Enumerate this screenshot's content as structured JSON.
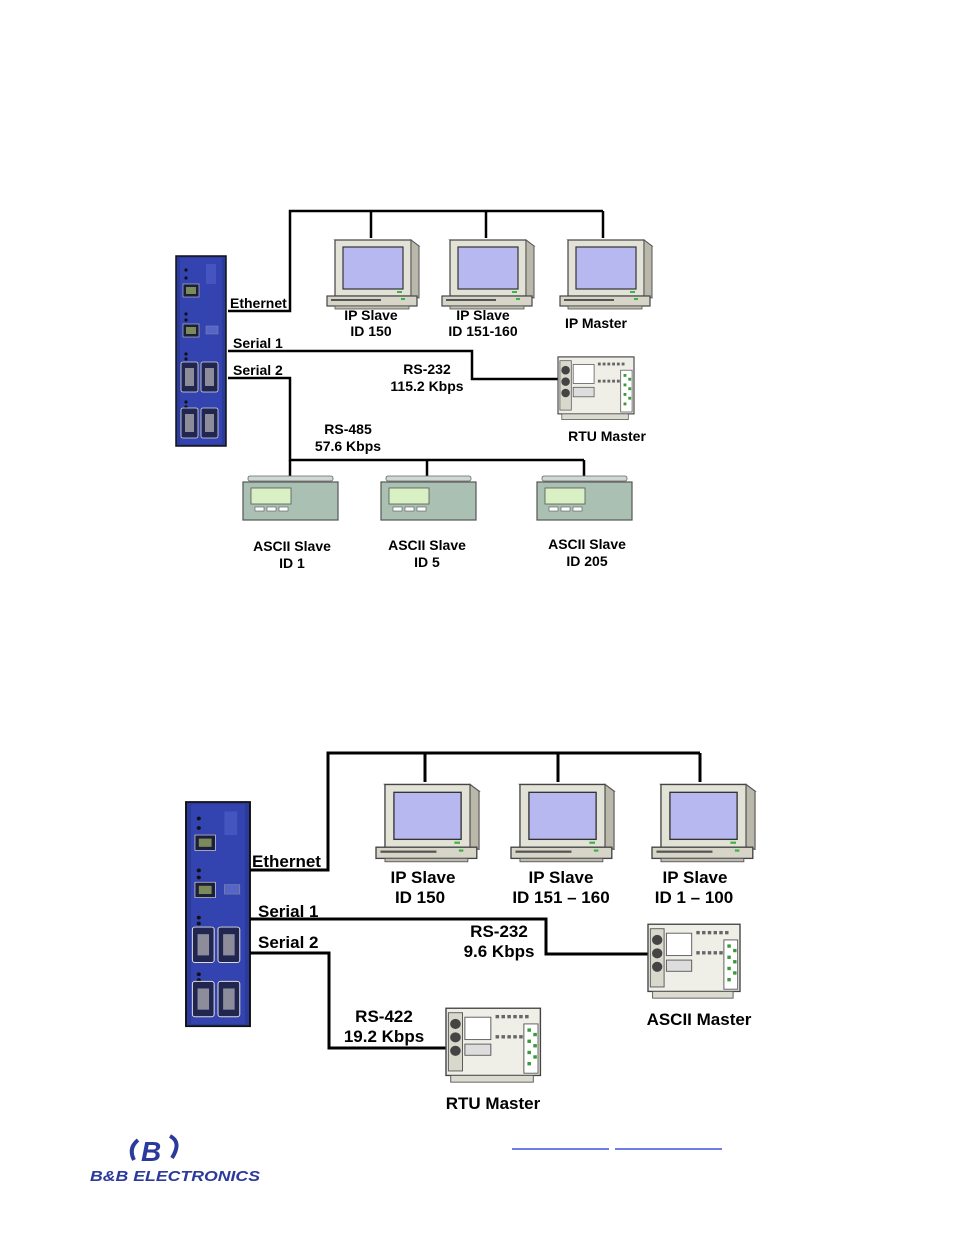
{
  "diagram1": {
    "labels": {
      "ethernet": "Ethernet",
      "serial1": "Serial 1",
      "serial2": "Serial 2",
      "rs232": "RS-232",
      "rs232_speed": "115.2 Kbps",
      "rs485": "RS-485",
      "rs485_speed": "57.6 Kbps"
    },
    "computers": [
      {
        "name": "IP Slave",
        "id": "ID 150"
      },
      {
        "name": "IP Slave",
        "id": "ID 151-160"
      },
      {
        "name": "IP Master",
        "id": ""
      }
    ],
    "rtu": {
      "name": "RTU Master"
    },
    "slaves": [
      {
        "name": "ASCII Slave",
        "id": "ID 1"
      },
      {
        "name": "ASCII Slave",
        "id": "ID 5"
      },
      {
        "name": "ASCII Slave",
        "id": "ID 205"
      }
    ]
  },
  "diagram2": {
    "labels": {
      "ethernet": "Ethernet",
      "serial1": "Serial 1",
      "serial2": "Serial 2",
      "rs232": "RS-232",
      "rs232_speed": "9.6 Kbps",
      "rs422": "RS-422",
      "rs422_speed": "19.2 Kbps"
    },
    "computers": [
      {
        "name": "IP Slave",
        "id": "ID 150"
      },
      {
        "name": "IP Slave",
        "id": "ID 151 – 160"
      },
      {
        "name": "IP Slave",
        "id": "ID 1 – 100"
      }
    ],
    "ascii_master": {
      "name": "ASCII Master"
    },
    "rtu": {
      "name": "RTU Master"
    }
  },
  "footer": {
    "logo_letter": "B",
    "logo_text": "B&B ELECTRONICS"
  },
  "colors": {
    "device_blue": "#2c3a9c",
    "screen_blue": "#b7b8f0",
    "beige": "#e3e2d6",
    "link_blue": "#1a2fd8"
  }
}
